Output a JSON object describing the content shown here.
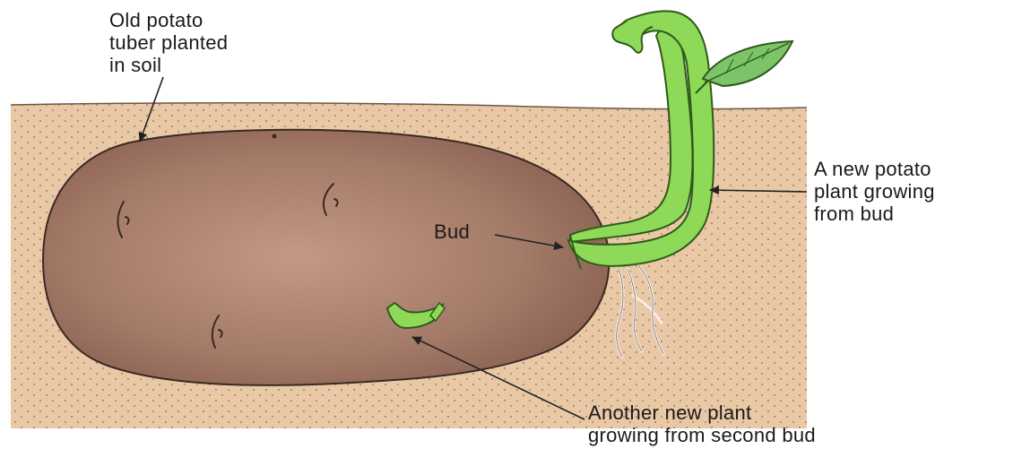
{
  "labels": {
    "old_tuber": [
      "Old potato",
      "tuber planted",
      "in soil"
    ],
    "new_plant": [
      "A new potato",
      "plant growing",
      "from bud"
    ],
    "bud": "Bud",
    "second_plant": [
      "Another new plant",
      "growing from second bud"
    ]
  },
  "colors": {
    "soil": "#e9c8a6",
    "soil_dots": "#8a6a52",
    "tuber": "#a0786a",
    "tuber_outline": "#3a2a22",
    "shoot": "#8ed957",
    "shoot_outline": "#2f5a1a",
    "leaf": "#7cc36a",
    "arrow": "#222222"
  }
}
